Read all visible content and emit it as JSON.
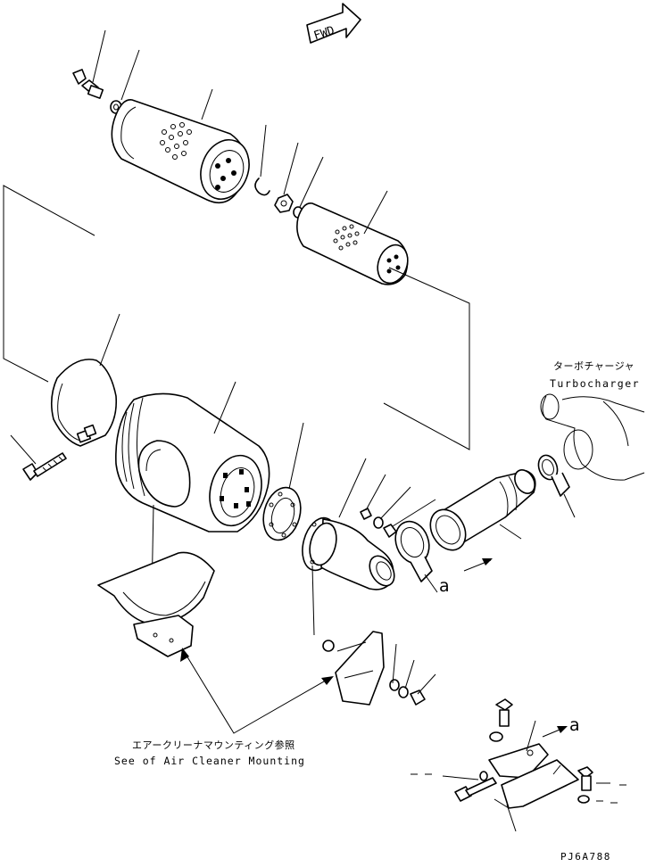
{
  "fwd_marker": "FWD",
  "reference_mark": "a",
  "turbocharger": {
    "label_jp": "ターボチャージャ",
    "label_en": "Turbocharger"
  },
  "mounting_note": {
    "label_jp": "エアークリーナマウンティング参照",
    "label_en": "See of Air Cleaner Mounting"
  },
  "drawing_code": "PJ6A788"
}
